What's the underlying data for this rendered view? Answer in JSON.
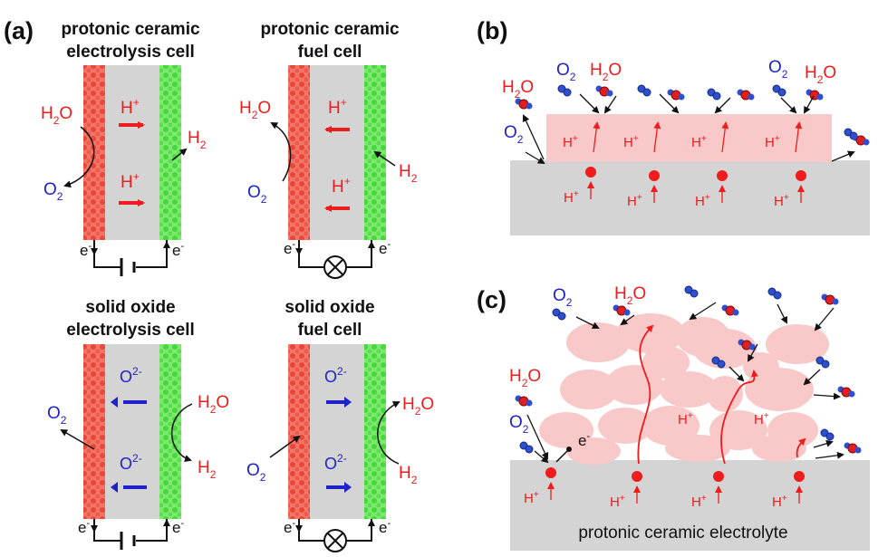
{
  "panel_labels": {
    "a": "(a)",
    "b": "(b)",
    "c": "(c)"
  },
  "cells": [
    {
      "title_l1": "protonic ceramic",
      "title_l2": "electrolysis cell",
      "ion": "H",
      "ion_sup": "+"
    },
    {
      "title_l1": "protonic ceramic",
      "title_l2": "fuel cell",
      "ion": "H",
      "ion_sup": "+"
    },
    {
      "title_l1": "solid oxide",
      "title_l2": "electrolysis cell",
      "ion": "O",
      "ion_sup": "2-"
    },
    {
      "title_l1": "solid oxide",
      "title_l2": "fuel cell",
      "ion": "O",
      "ion_sup": "2-"
    }
  ],
  "species": {
    "water": "H",
    "water_sub": "2",
    "water_o": "O",
    "oxygen": "O",
    "oxygen_sub": "2",
    "hydrogen": "H",
    "hydrogen_sub": "2",
    "electron": "e",
    "electron_sup": "-",
    "proton": "H",
    "proton_sup": "+"
  },
  "electrolyte_label": "protonic ceramic electrolyte",
  "colors": {
    "red": "#ee1c1c",
    "blue": "#1f22c8",
    "electrode_red": "#f05a4a",
    "electrode_green": "#52e04a",
    "electrolyte": "#d4d4d4",
    "pink": "#f9c8c8"
  }
}
